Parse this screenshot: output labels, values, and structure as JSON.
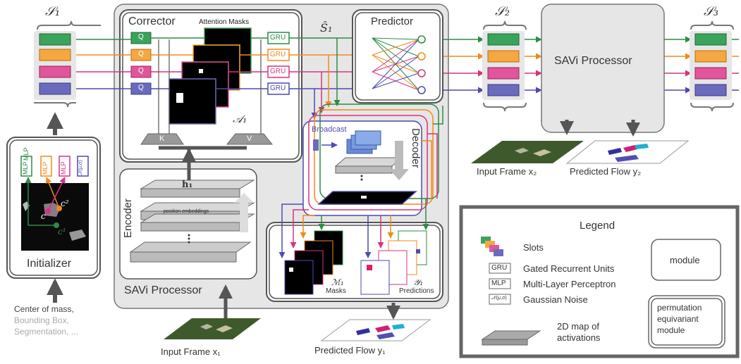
{
  "slot_sets": {
    "s1": "𝒮₁",
    "s1_hat": "Ŝ₁",
    "s2": "𝒮₂",
    "s3": "𝒮₃"
  },
  "corrector": {
    "title": "Corrector",
    "attention_title": "Attention Masks",
    "attention_symbol": "𝒜₁",
    "q_label": "Q",
    "k_label": "K",
    "v_label": "V",
    "gru_label": "GRU"
  },
  "predictor": {
    "title": "Predictor"
  },
  "encoder": {
    "title": "Encoder",
    "h_symbol": "h₁",
    "pos_emb": "position embeddings"
  },
  "decoder": {
    "title": "Decoder",
    "broadcast": "Broadcast"
  },
  "outputs": {
    "masks_symbol": "ℳ₁",
    "masks_label": "Masks",
    "pred_symbol": "𝒴₁",
    "pred_label": "Predictions"
  },
  "savi": {
    "processor_label": "SAVi Processor",
    "box_label": "SAVi Processor"
  },
  "initializer": {
    "title": "Initializer",
    "mlp": "MLP",
    "noise": "𝒩(μ,σ)",
    "c1": "c¹",
    "c2": "c²",
    "c3": "c"
  },
  "conditioning": {
    "line1": "Center of mass,",
    "line2": "Bounding Box,",
    "line3": "Segmentation, ..."
  },
  "frames": {
    "input1": "Input Frame  x₁",
    "flow1": "Predicted Flow  y₁",
    "input2": "Input Frame  x₂",
    "flow2": "Predicted Flow  y₂"
  },
  "legend": {
    "title": "Legend",
    "slots": "Slots",
    "gru_tag": "GRU",
    "gru": "Gated Recurrent Units",
    "mlp_tag": "MLP",
    "mlp": "Multi-Layer Perceptron",
    "noise_tag": "𝒩(μ,σ)",
    "noise": "Gaussian Noise",
    "map_line1": "2D map of",
    "map_line2": "activations",
    "module": "module",
    "perm1": "permutation",
    "perm2": "equivariant",
    "perm3": "module"
  },
  "colors": {
    "slot_green": "#3aa35c",
    "slot_orange": "#f5a742",
    "slot_pink": "#e0559b",
    "slot_blue": "#6b6bbd",
    "green_line": "#2e8b45",
    "orange_line": "#f08a1c",
    "pink_line": "#d6337f",
    "blue_line": "#4b4bb0",
    "panel_gray": "#e6e6e6"
  }
}
